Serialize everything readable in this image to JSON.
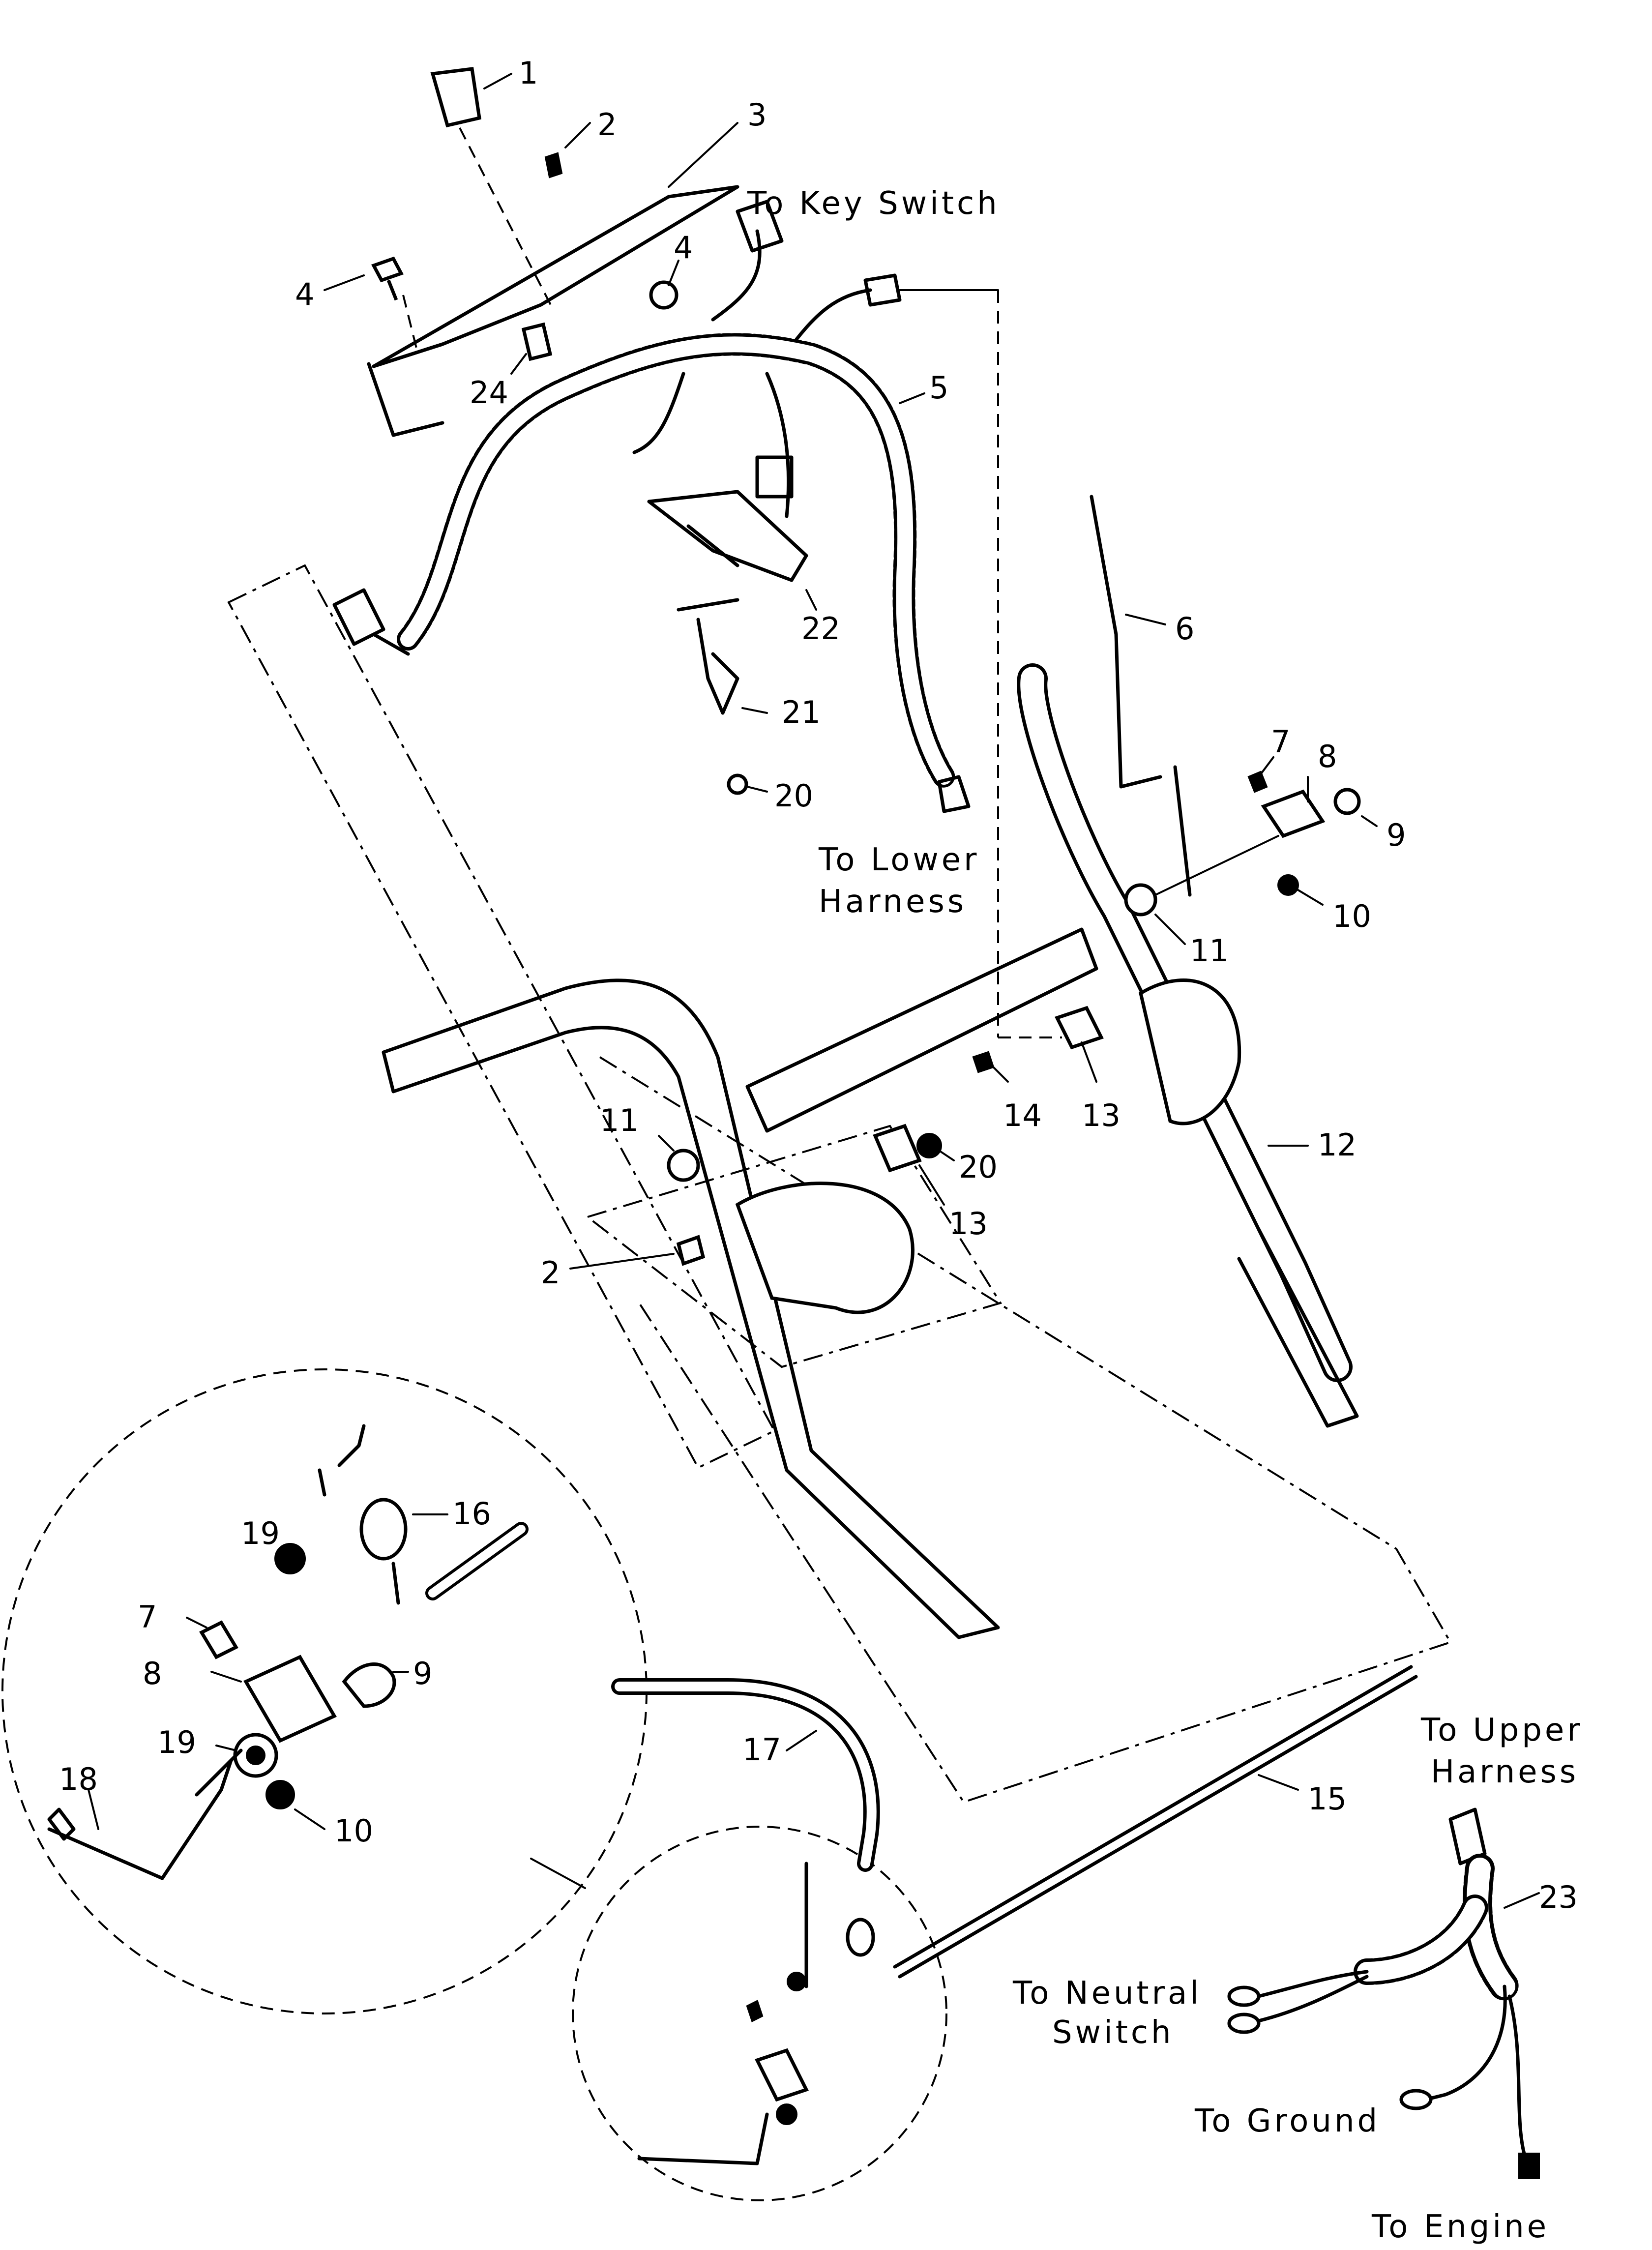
{
  "callouts": {
    "c1": "1",
    "c2a": "2",
    "c3": "3",
    "c4a": "4",
    "c4b": "4",
    "c24": "24",
    "c5": "5",
    "c22": "22",
    "c21": "21",
    "c20a": "20",
    "c6": "6",
    "c7a": "7",
    "c8a": "8",
    "c9a": "9",
    "c10a": "10",
    "c11a": "11",
    "c11b": "11",
    "c14": "14",
    "c13a": "13",
    "c12": "12",
    "c20b": "20",
    "c13b": "13",
    "c2b": "2",
    "c19a": "19",
    "c16": "16",
    "c7b": "7",
    "c9b": "9",
    "c8b": "8",
    "c19b": "19",
    "c10b": "10",
    "c18": "18",
    "c17": "17",
    "c15": "15",
    "c23": "23"
  },
  "labels": {
    "key_switch": "To Key Switch",
    "lower_harness_1": "To Lower",
    "lower_harness_2": "Harness",
    "upper_harness_1": "To Upper",
    "upper_harness_2": "Harness",
    "neutral_switch_1": "To Neutral",
    "neutral_switch_2": "Switch",
    "ground": "To Ground",
    "engine": "To Engine"
  }
}
